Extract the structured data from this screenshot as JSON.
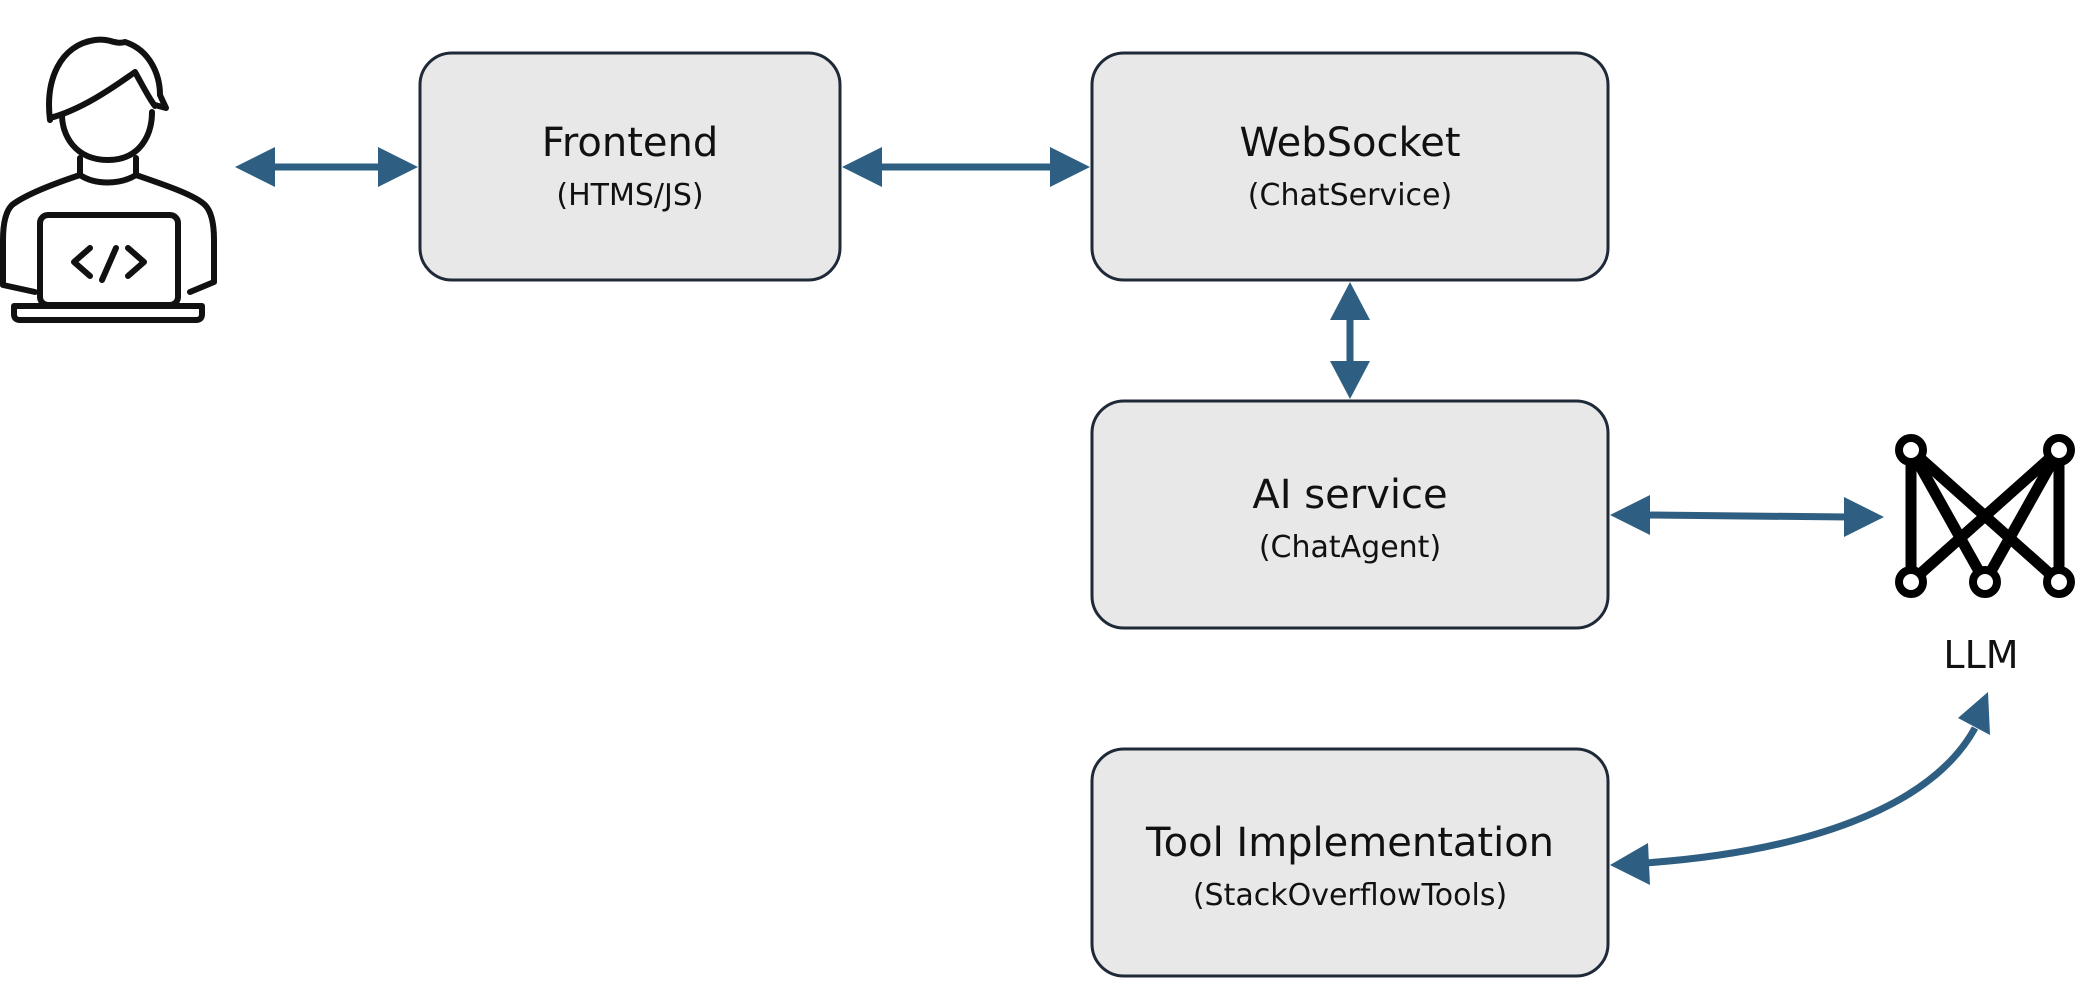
{
  "nodes": {
    "frontend": {
      "title": "Frontend",
      "subtitle": "(HTMS/JS)"
    },
    "websocket": {
      "title": "WebSocket",
      "subtitle": "(ChatService)"
    },
    "ai_service": {
      "title": "AI service",
      "subtitle": "(ChatAgent)"
    },
    "tools": {
      "title": "Tool Implementation",
      "subtitle": "(StackOverflowTools)"
    },
    "llm": {
      "label": "LLM"
    }
  },
  "icons": {
    "user": "developer-laptop-icon",
    "llm": "neural-network-icon"
  },
  "colors": {
    "arrow": "#2e5f82",
    "box_fill": "#e8e8e8",
    "box_stroke": "#1f2a38"
  }
}
